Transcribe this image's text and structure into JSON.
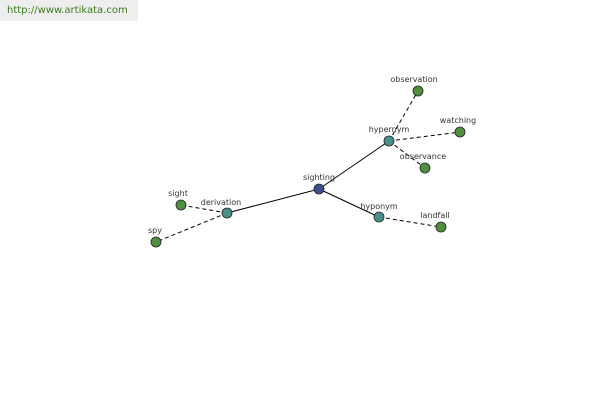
{
  "header": {
    "url": "http://www.artikata.com"
  },
  "graph": {
    "colors": {
      "root": "#3d4f8f",
      "relation": "#4a8f8a",
      "leaf": "#4f8f3f",
      "edge": "#000000"
    },
    "nodes": {
      "sighting": {
        "label": "sighting",
        "kind": "root"
      },
      "hypernym": {
        "label": "hypernym",
        "kind": "relation"
      },
      "hyponym": {
        "label": "hyponym",
        "kind": "relation"
      },
      "derivation": {
        "label": "derivation",
        "kind": "relation"
      },
      "observation": {
        "label": "observation",
        "kind": "leaf"
      },
      "watching": {
        "label": "watching",
        "kind": "leaf"
      },
      "observance": {
        "label": "observance",
        "kind": "leaf"
      },
      "landfall": {
        "label": "landfall",
        "kind": "leaf"
      },
      "sight": {
        "label": "sight",
        "kind": "leaf"
      },
      "spy": {
        "label": "spy",
        "kind": "leaf"
      }
    },
    "edges": [
      {
        "from": "sighting",
        "to": "hypernym",
        "style": "solid"
      },
      {
        "from": "sighting",
        "to": "hyponym",
        "style": "solid"
      },
      {
        "from": "sighting",
        "to": "derivation",
        "style": "solid"
      },
      {
        "from": "hypernym",
        "to": "observation",
        "style": "dashed"
      },
      {
        "from": "hypernym",
        "to": "watching",
        "style": "dashed"
      },
      {
        "from": "hypernym",
        "to": "observance",
        "style": "dashed"
      },
      {
        "from": "hyponym",
        "to": "landfall",
        "style": "dashed"
      },
      {
        "from": "derivation",
        "to": "sight",
        "style": "dashed"
      },
      {
        "from": "derivation",
        "to": "spy",
        "style": "dashed"
      }
    ]
  }
}
